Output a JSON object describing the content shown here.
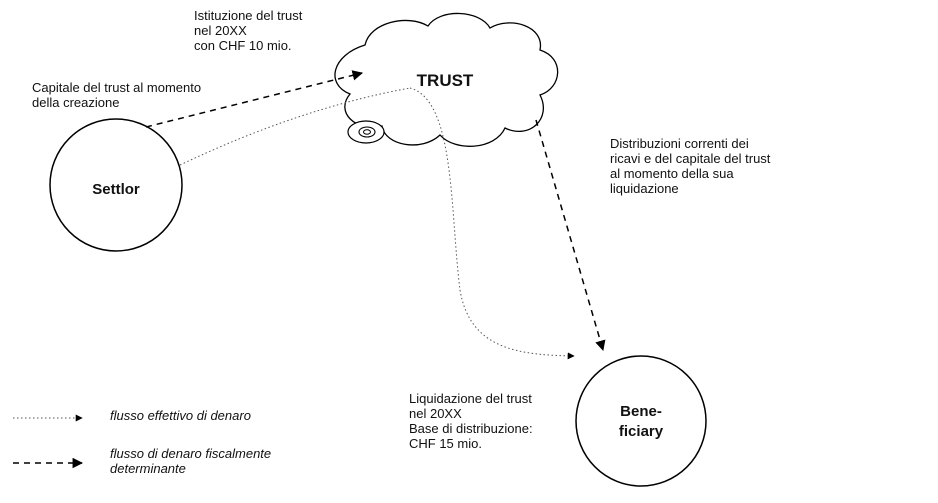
{
  "diagram": {
    "trust_label": "TRUST",
    "settlor_label": "Settlor",
    "beneficiary_label": "Bene-\nficiary",
    "annotations": {
      "institution": "Istituzione del trust\nnel 20XX\ncon CHF 10 mio.",
      "initial_capital": "Capitale del trust al momento\ndella creazione",
      "distributions": "Distribuzioni correnti dei\nricavi e del capitale del trust\nal momento della sua\nliquidazione",
      "liquidation": "Liquidazione del trust\nnel 20XX\nBase di distribuzione:\nCHF 15 mio."
    },
    "legend": {
      "actual_flow": "flusso effettivo di denaro",
      "tax_flow": "flusso di denaro fiscalmente\ndeterminante"
    }
  }
}
